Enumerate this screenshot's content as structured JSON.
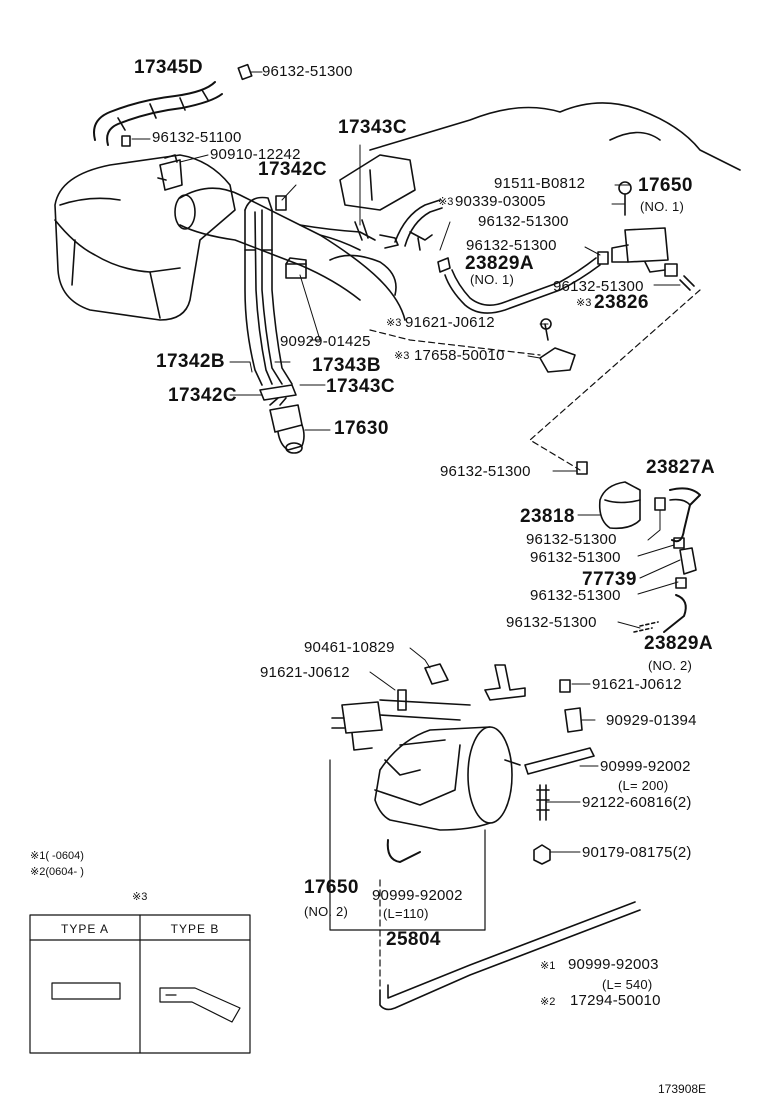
{
  "parts": {
    "p_17345D": "17345D",
    "p_96132_51300_a": "96132-51300",
    "p_96132_51100": "96132-51100",
    "p_90910_12242": "90910-12242",
    "p_17343C_top": "17343C",
    "p_17342C_top": "17342C",
    "p_91511_B0812": "91511-B0812",
    "p_17650_no1": "17650",
    "p_no1_a": "(NO. 1)",
    "p_90339_03005": "90339-03005",
    "p_96132_51300_b": "96132-51300",
    "p_96132_51300_c": "96132-51300",
    "p_23829A_no1": "23829A",
    "p_no1_b": "(NO. 1)",
    "p_96132_51300_d": "96132-51300",
    "p_23826": "23826",
    "p_91621_J0612_a": "91621-J0612",
    "p_90929_01425": "90929-01425",
    "p_17658_50010": "17658-50010",
    "p_17342B": "17342B",
    "p_17343B": "17343B",
    "p_17342C_bot": "17342C",
    "p_17343C_bot": "17343C",
    "p_17630": "17630",
    "p_96132_51300_e": "96132-51300",
    "p_23827A": "23827A",
    "p_23818": "23818",
    "p_96132_51300_f": "96132-51300",
    "p_96132_51300_g": "96132-51300",
    "p_77739": "77739",
    "p_96132_51300_h": "96132-51300",
    "p_96132_51300_i": "96132-51300",
    "p_23829A_no2": "23829A",
    "p_no2_a": "(NO. 2)",
    "p_90461_10829": "90461-10829",
    "p_91621_J0612_b": "91621-J0612",
    "p_91621_J0612_c": "91621-J0612",
    "p_90929_01394": "90929-01394",
    "p_90999_92002_a": "90999-92002",
    "p_l200": "(L= 200)",
    "p_92122_60816": "92122-60816(2)",
    "p_90179_08175": "90179-08175(2)",
    "p_17650_no2": "17650",
    "p_no2_b": "(NO. 2)",
    "p_90999_92002_b": "90999-92002",
    "p_l110": "(L=110)",
    "p_25804": "25804",
    "p_90999_92003": "90999-92003",
    "p_l540": "(L= 540)",
    "p_17294_50010": "17294-50010"
  },
  "marks": {
    "m3_a": "※3",
    "m3_b": "※3",
    "m3_c": "※3",
    "m3_d": "※3",
    "m3_box": "※3",
    "m1_part": "※1",
    "m2_part": "※2"
  },
  "notes": {
    "note1": "※1(      -0604)",
    "note2": "※2(0604-      )"
  },
  "type_box": {
    "type_a": "TYPE A",
    "type_b": "TYPE B"
  },
  "diagram_code": "173908E"
}
